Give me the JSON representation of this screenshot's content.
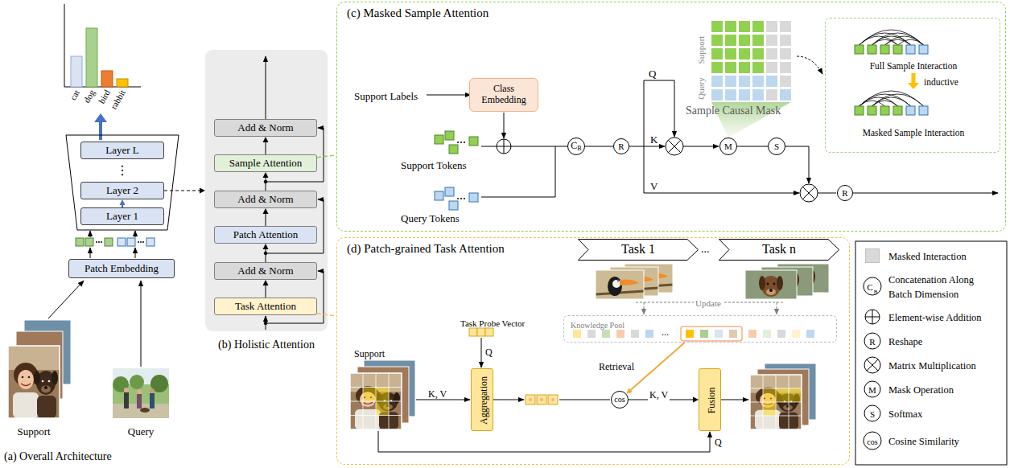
{
  "diagram": {
    "nodes": [
      {
        "text": [
          "⋮"
        ]
      },
      {
        "text": [
          "Layer L"
        ],
        "in": 0
      },
      {
        "text": [
          "Layer 2"
        ],
        "in": 0
      },
      {
        "text": [
          "Layer 1"
        ],
        "in": 0
      },
      {
        "text": [
          "Patch Embedding"
        ]
      },
      {
        "text": [
          "(b) Holistic Attention"
        ]
      },
      {
        "text": [
          "Add & Norm"
        ],
        "in": 5
      },
      {
        "text": [
          "Sample Attention"
        ],
        "in": 5
      },
      {
        "text": [
          "Add & Norm"
        ],
        "in": 5
      },
      {
        "text": [
          "Patch Attention"
        ],
        "in": 5
      },
      {
        "text": [
          "Add & Norm"
        ],
        "in": 5
      },
      {
        "text": [
          "Task Attention"
        ],
        "in": 5
      },
      {
        "text": [
          "(c) Masked Sample Attention"
        ]
      },
      {
        "text": [
          "Class Embedding"
        ],
        "in": 12
      },
      {
        "text": [
          "Full Sample Interaction",
          "inductive",
          "Masked Sample Interaction"
        ],
        "in": 12
      },
      {
        "text": [
          "C",
          "B"
        ],
        "in": 12
      },
      {
        "text": [
          "R"
        ],
        "in": 12
      },
      {
        "text": [
          "M"
        ],
        "in": 12
      },
      {
        "text": [
          "S"
        ],
        "in": 12
      },
      {
        "text": [
          "R"
        ],
        "in": 12
      },
      {
        "text": [
          "(d) Patch-grained Task Attention"
        ]
      },
      {
        "text": [
          "Task 1"
        ],
        "in": 20
      },
      {
        "text": [
          "Task n"
        ],
        "in": 20
      },
      {
        "text": [
          "Knowledge Pool"
        ],
        "in": 20
      },
      {
        "text": [
          "Aggregation"
        ],
        "in": 20
      },
      {
        "text": [
          "cos"
        ],
        "in": 20
      },
      {
        "text": [
          "Fusion"
        ],
        "in": 20
      }
    ],
    "edges": [
      {
        "from": 3,
        "to": 2,
        "arrow": "to"
      },
      {
        "from": 2,
        "to": 5,
        "arrow": "to"
      },
      {
        "from": 11,
        "to": 10,
        "arrow": "to"
      },
      {
        "from": 10,
        "to": 9,
        "arrow": "to"
      },
      {
        "from": 9,
        "to": 8,
        "arrow": "to"
      },
      {
        "from": 8,
        "to": 7,
        "arrow": "to"
      },
      {
        "from": 7,
        "to": 6,
        "arrow": "to"
      },
      {
        "from": 7,
        "to": 12,
        "arrow": "none"
      },
      {
        "from": 11,
        "to": 20,
        "arrow": "none"
      },
      {
        "from": 15,
        "to": 16,
        "arrow": "none"
      },
      {
        "from": 17,
        "to": 18,
        "arrow": "none"
      },
      {
        "from": 23,
        "to": 25,
        "arrow": "to",
        "label": "Retrieval"
      },
      {
        "from": 25,
        "to": 26,
        "arrow": "to",
        "label": "K, V"
      }
    ],
    "labels": [
      "cat",
      "dog",
      "bird",
      "rabbit",
      "Support",
      "Query",
      "(a) Overall Architecture",
      "Support Labels",
      "Support Tokens",
      "Query Tokens",
      "Q",
      "K",
      "V",
      "Support",
      "Query",
      "Sample Causal Mask",
      "Task Probe Vector",
      "Q",
      "K, V",
      "Support",
      "Q",
      "Update",
      "...",
      "...",
      "C",
      "B",
      "R",
      "M",
      "S",
      "cos"
    ],
    "legend": [
      {
        "text": "Masked Interaction",
        "color": "#d9d9d9"
      },
      {
        "text": "Concatenation Along Batch Dimension"
      },
      {
        "text": "Element-wise Addition"
      },
      {
        "text": "Reshape"
      },
      {
        "text": "Matrix Multiplication"
      },
      {
        "text": "Mask Operation"
      },
      {
        "text": "Softmax"
      },
      {
        "text": "Cosine Similarity"
      }
    ]
  }
}
